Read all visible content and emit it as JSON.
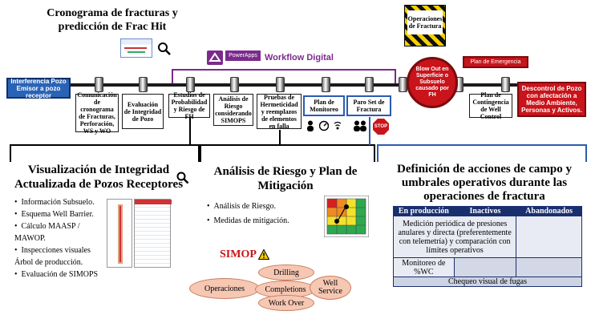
{
  "header": {
    "title": "Cronograma de fracturas y predicción de Frac Hit",
    "powerapps": "PowerApps",
    "workflow": "Workflow Digital"
  },
  "timeline": {
    "start_box": "Interferencia Pozo Emisor a pozo receptor",
    "steps": [
      "Comunicación de cronograma de Fracturas, Perforación, WS y WO",
      "Evaluación de Integridad de Pozo",
      "Estudios de Probabilidad y Riesgo de FH",
      "Análisis de Riesgo considerando SIMOPS",
      "Pruebas de Hermeticidad y reemplazos de elementos en falla",
      "Plan de Monitoreo",
      "Paro Set de Fractura"
    ],
    "stop_sign": "STOP",
    "ops_sign": "Operaciones de Fractura",
    "blowout": "Blow Out en Superficie o Subsuelo causado por FH",
    "contingency": "Plan de Contingencia de Well Control",
    "emergency": "Plan de Emergencia",
    "uncontrolled": "Descontrol de Pozo con afectación a Medio Ambiente, Personas y Activos."
  },
  "visualization": {
    "title": "Visualización  de Integridad Actualizada  de Pozos Receptores",
    "bullets": [
      "Información Subsuelo.",
      "Esquema Well Barrier.",
      "Cálculo MAASP / MAWOP.",
      "Inspecciones visuales Árbol de producción.",
      "Evaluación de SIMOPS"
    ]
  },
  "risk": {
    "title": "Análisis  de Riesgo y Plan de Mitigación",
    "bullets": [
      "Análisis de Riesgo.",
      "Medidas de mitigación."
    ],
    "simop_label": "SIMOP",
    "ellipses": [
      "Drilling",
      "Operaciones",
      "Completions",
      "Well Service",
      "Work Over"
    ]
  },
  "actions": {
    "title": "Definición  de acciones de campo y umbrales operativos durante las operaciones de fractura",
    "headers": [
      "En producción",
      "Inactivos",
      "Abandonados"
    ],
    "row1": "Medición periódica de presiones anulares y directa (preferentemente con telemetría) y comparación con límites operativos",
    "row2": "Monitoreo de %WC",
    "row3": "Chequeo visual de fugas"
  },
  "colors": {
    "blue": "#2a63b6",
    "red": "#c8141a",
    "purple": "#7b2a8c",
    "navy": "#1a2f6e",
    "ellipse": "#f6c7b3"
  }
}
